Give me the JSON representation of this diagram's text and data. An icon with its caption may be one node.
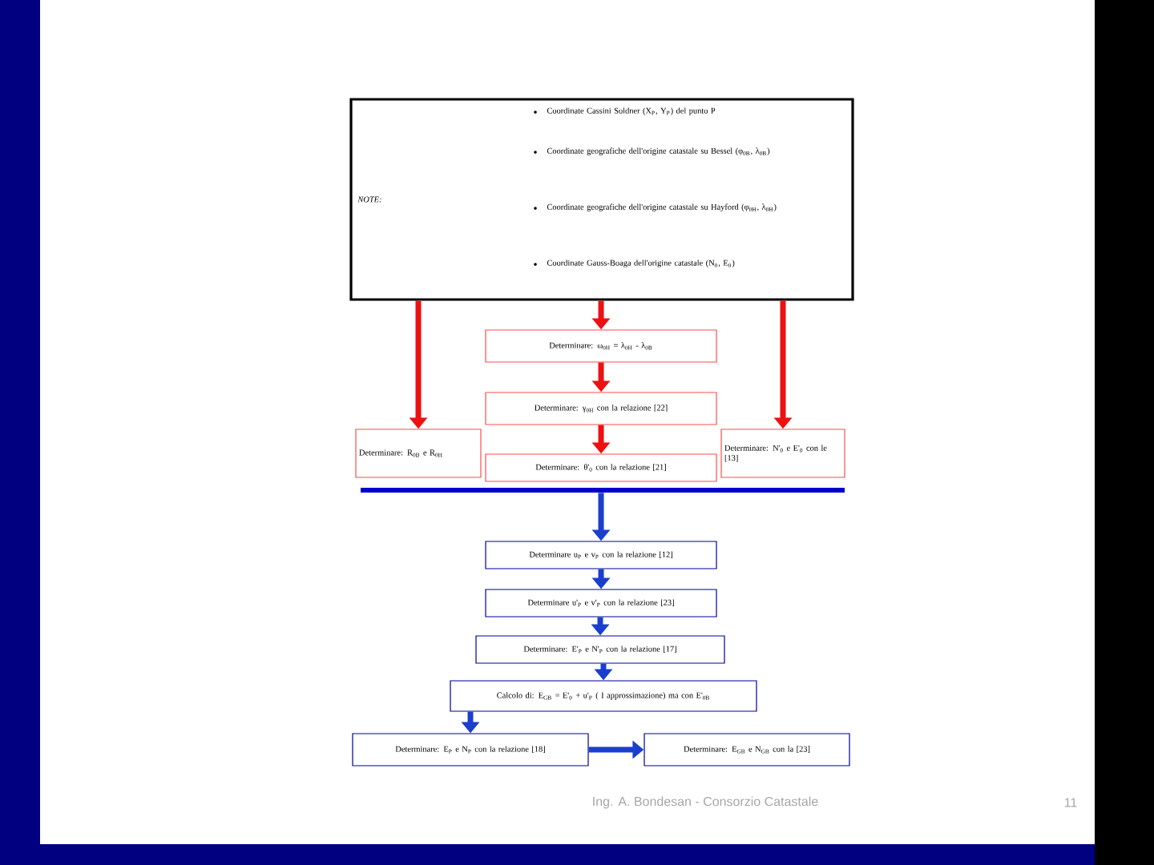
{
  "diagram": {
    "nodes": [
      {
        "text": [
          "*NOTE:*",
          "Coordinate Cassini Soldner (X$_{P}$, Y$_{P}$) del punto P",
          "Coordinate geografiche dell'origine catastale su Bessel (φ$_{0B}$, λ$_{0B}$)",
          "Coordinate geografiche dell'origine catastale su Hayford (φ$_{0H}$, λ$_{0H}$)",
          "Coordinate Gauss-Boaga dell'origine catastale (N$_{0}$, E$_{0}$)"
        ]
      },
      {
        "text": [
          "Determinare: ω$_{0H}$ = λ$_{0H}$ - λ$_{0B}$"
        ]
      },
      {
        "text": [
          "Determinare: γ$_{0H}$ con la relazione [22]"
        ]
      },
      {
        "text": [
          "Determinare: R$_{0B}$ e R$_{0H}$"
        ]
      },
      {
        "text": [
          "Determinare: θ'$_{0}$ con la relazione [21]"
        ]
      },
      {
        "text": [
          "Determinare: N'$_{0}$ e E'$_{0}$ con le [13]"
        ]
      },
      {
        "text": [],
        "shape": "bar"
      },
      {
        "text": [
          "Determinare u$_{P}$ e v$_{P}$ con la relazione [12]"
        ]
      },
      {
        "text": [
          "Determinare u'$_{P}$ e v'$_{P}$ con la relazione [23]"
        ]
      },
      {
        "text": [
          "Determinare: E'$_{P}$ e N'$_{P}$ con la relazione [17]"
        ]
      },
      {
        "text": [
          "Calcolo di: E$_{GB}$ = E'$_{0}$ + u'$_{P}$ ( I approssimazione) ma con E'$_{0B}$"
        ]
      },
      {
        "text": [
          "Determinare: E$_{P}$ e N$_{P}$ con la relazione [18]"
        ]
      },
      {
        "text": [
          "Determinare: E$_{GB}$ e N$_{GB}$ con la [23]"
        ]
      }
    ],
    "edges": [
      {
        "from": 0,
        "to": 3,
        "arrow": "to",
        "color": "#ee1111"
      },
      {
        "from": 0,
        "to": 1,
        "arrow": "to",
        "color": "#ee1111"
      },
      {
        "from": 0,
        "to": 5,
        "arrow": "to",
        "color": "#ee1111"
      },
      {
        "from": 1,
        "to": 2,
        "arrow": "to",
        "color": "#ee1111"
      },
      {
        "from": 2,
        "to": 4,
        "arrow": "to",
        "color": "#ee1111"
      },
      {
        "from": 6,
        "to": 7,
        "arrow": "to"
      },
      {
        "from": 7,
        "to": 8,
        "arrow": "to"
      },
      {
        "from": 8,
        "to": 9,
        "arrow": "to"
      },
      {
        "from": 9,
        "to": 10,
        "arrow": "to"
      },
      {
        "from": 10,
        "to": 11,
        "arrow": "to"
      },
      {
        "from": 11,
        "to": 12,
        "arrow": "to"
      }
    ],
    "labels": [
      "Ing. A. Bondesan - Consorzio Catastale",
      "11"
    ]
  }
}
